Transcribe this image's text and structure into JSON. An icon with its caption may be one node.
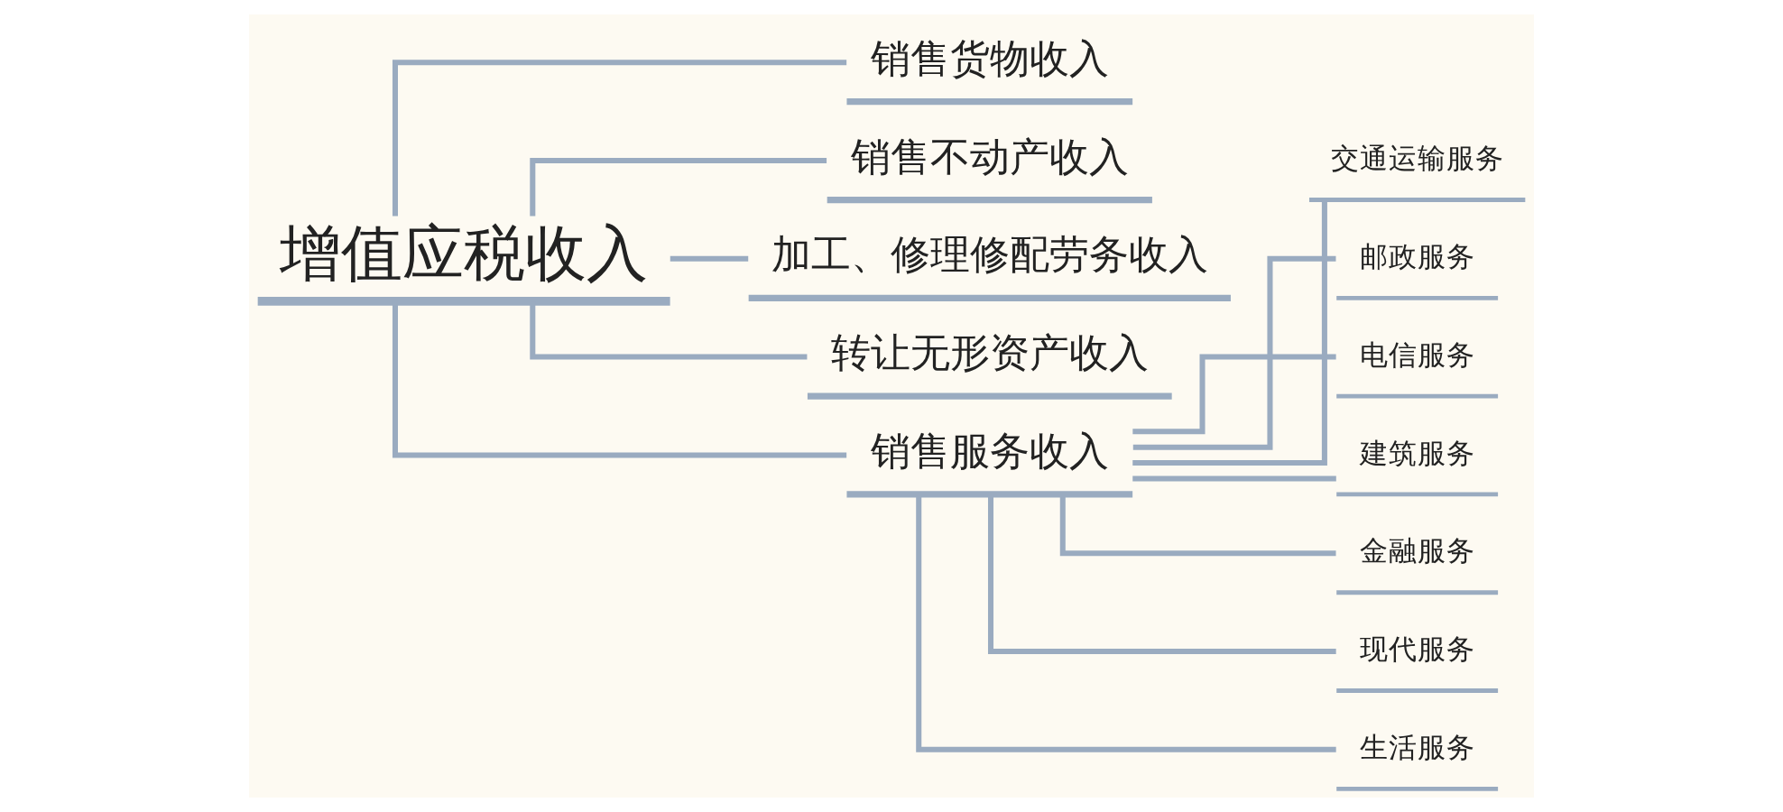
{
  "diagram": {
    "nodes": [
      {
        "text": [
          "增值应税收入"
        ]
      },
      {
        "text": [
          "销售货物收入"
        ]
      },
      {
        "text": [
          "销售不动产收入"
        ]
      },
      {
        "text": [
          "加工、修理修配劳务收入"
        ]
      },
      {
        "text": [
          "转让无形资产收入"
        ]
      },
      {
        "text": [
          "销售服务收入"
        ]
      },
      {
        "text": [
          "交通运输服务"
        ]
      },
      {
        "text": [
          "邮政服务"
        ]
      },
      {
        "text": [
          "电信服务"
        ]
      },
      {
        "text": [
          "建筑服务"
        ]
      },
      {
        "text": [
          "金融服务"
        ]
      },
      {
        "text": [
          "现代服务"
        ]
      },
      {
        "text": [
          "生活服务"
        ]
      }
    ],
    "edges": [
      {
        "from": 0,
        "to": 1,
        "arrow": "none"
      },
      {
        "from": 0,
        "to": 2,
        "arrow": "none"
      },
      {
        "from": 0,
        "to": 3,
        "arrow": "none"
      },
      {
        "from": 0,
        "to": 4,
        "arrow": "none"
      },
      {
        "from": 0,
        "to": 5,
        "arrow": "none"
      },
      {
        "from": 5,
        "to": 6,
        "arrow": "none"
      },
      {
        "from": 5,
        "to": 7,
        "arrow": "none"
      },
      {
        "from": 5,
        "to": 8,
        "arrow": "none"
      },
      {
        "from": 5,
        "to": 9,
        "arrow": "none"
      },
      {
        "from": 5,
        "to": 10,
        "arrow": "none"
      },
      {
        "from": 5,
        "to": 11,
        "arrow": "none"
      },
      {
        "from": 5,
        "to": 12,
        "arrow": "none"
      }
    ]
  }
}
